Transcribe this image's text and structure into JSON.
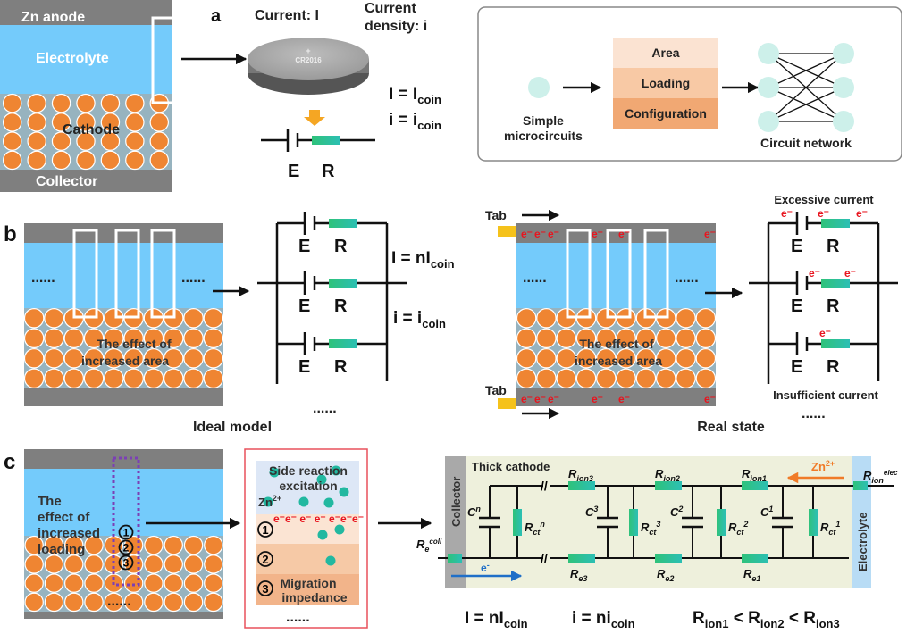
{
  "colors": {
    "electrode_gray": "#7f7f7f",
    "electrolyte": "#74cbfb",
    "particle": "#ef8532",
    "resistor": "#2ec09a",
    "tab": "#f5c21b",
    "electron": "#e8141e",
    "zn_arrow": "#f07b28",
    "e_arrow": "#1f6fc8"
  },
  "panel_a": {
    "label": "a",
    "zn_anode": "Zn anode",
    "electrolyte": "Electrolyte",
    "cathode": "Cathode",
    "collector": "Collector",
    "current": "Current: I",
    "density_1": "Current",
    "density_2": "density: i",
    "coin_text": "CR2016",
    "coin_plus": "+",
    "eq1_main": "I = I",
    "eq1_sub": "coin",
    "eq2_main": "i = i",
    "eq2_sub": "coin",
    "E": "E",
    "R": "R",
    "box": {
      "node1": "Simple",
      "node2": "microcircuits",
      "stack": [
        "Area",
        "Loading",
        "Configuration"
      ],
      "network": "Circuit network"
    }
  },
  "panel_b": {
    "label": "b",
    "ideal": {
      "effect1": "The effect of",
      "effect2": "increased area",
      "caption": "Ideal model",
      "dots": "......",
      "eq1_main": "I = nI",
      "eq1_sub": "coin",
      "eq2_main": "i = i",
      "eq2_sub": "coin",
      "E": "E",
      "R": "R"
    },
    "real": {
      "tab": "Tab",
      "effect1": "The effect of",
      "effect2": "increased area",
      "caption": "Real state",
      "dots": "......",
      "excessive": "Excessive current",
      "insufficient": "Insufficient current",
      "electron": "e",
      "E": "E",
      "R": "R"
    }
  },
  "panel_c": {
    "label": "c",
    "effect": [
      "The",
      "effect of",
      "increased",
      "loading"
    ],
    "markers": [
      "1",
      "2",
      "3"
    ],
    "dots": "......",
    "detail": {
      "side1": "Side reaction",
      "side2": "excitation",
      "zn": "Zn",
      "zn_sup": "2+",
      "electrons": "e⁻e⁻ e⁻ e⁻ e⁻e⁻e⁻",
      "migration1": "Migration",
      "migration2": "impedance"
    },
    "circuit": {
      "thick": "Thick  cathode",
      "collector": "Collector",
      "electrolyte": "Electrolyte",
      "zn": "Zn",
      "zn_sup": "2+",
      "e": "e",
      "e_sup": "-",
      "R_ion": [
        "ion3",
        "ion2",
        "ion1"
      ],
      "R_e": [
        "e3",
        "e2",
        "e1"
      ],
      "C": [
        "n",
        "3",
        "2",
        "1"
      ],
      "Rct": [
        "n",
        "3",
        "2",
        "1"
      ],
      "R_ion_elec": "elec",
      "R_coll": "coll",
      "R": "R",
      "Cl": "C",
      "ct": "ct",
      "ion": "ion"
    },
    "eq1_main": "I = nI",
    "eq1_sub": "coin",
    "eq2_main": "i = ni",
    "eq2_sub": "coin",
    "ineq": {
      "r": "R",
      "s1": "ion1",
      "s2": "ion2",
      "s3": "ion3",
      "lt": " < "
    }
  }
}
